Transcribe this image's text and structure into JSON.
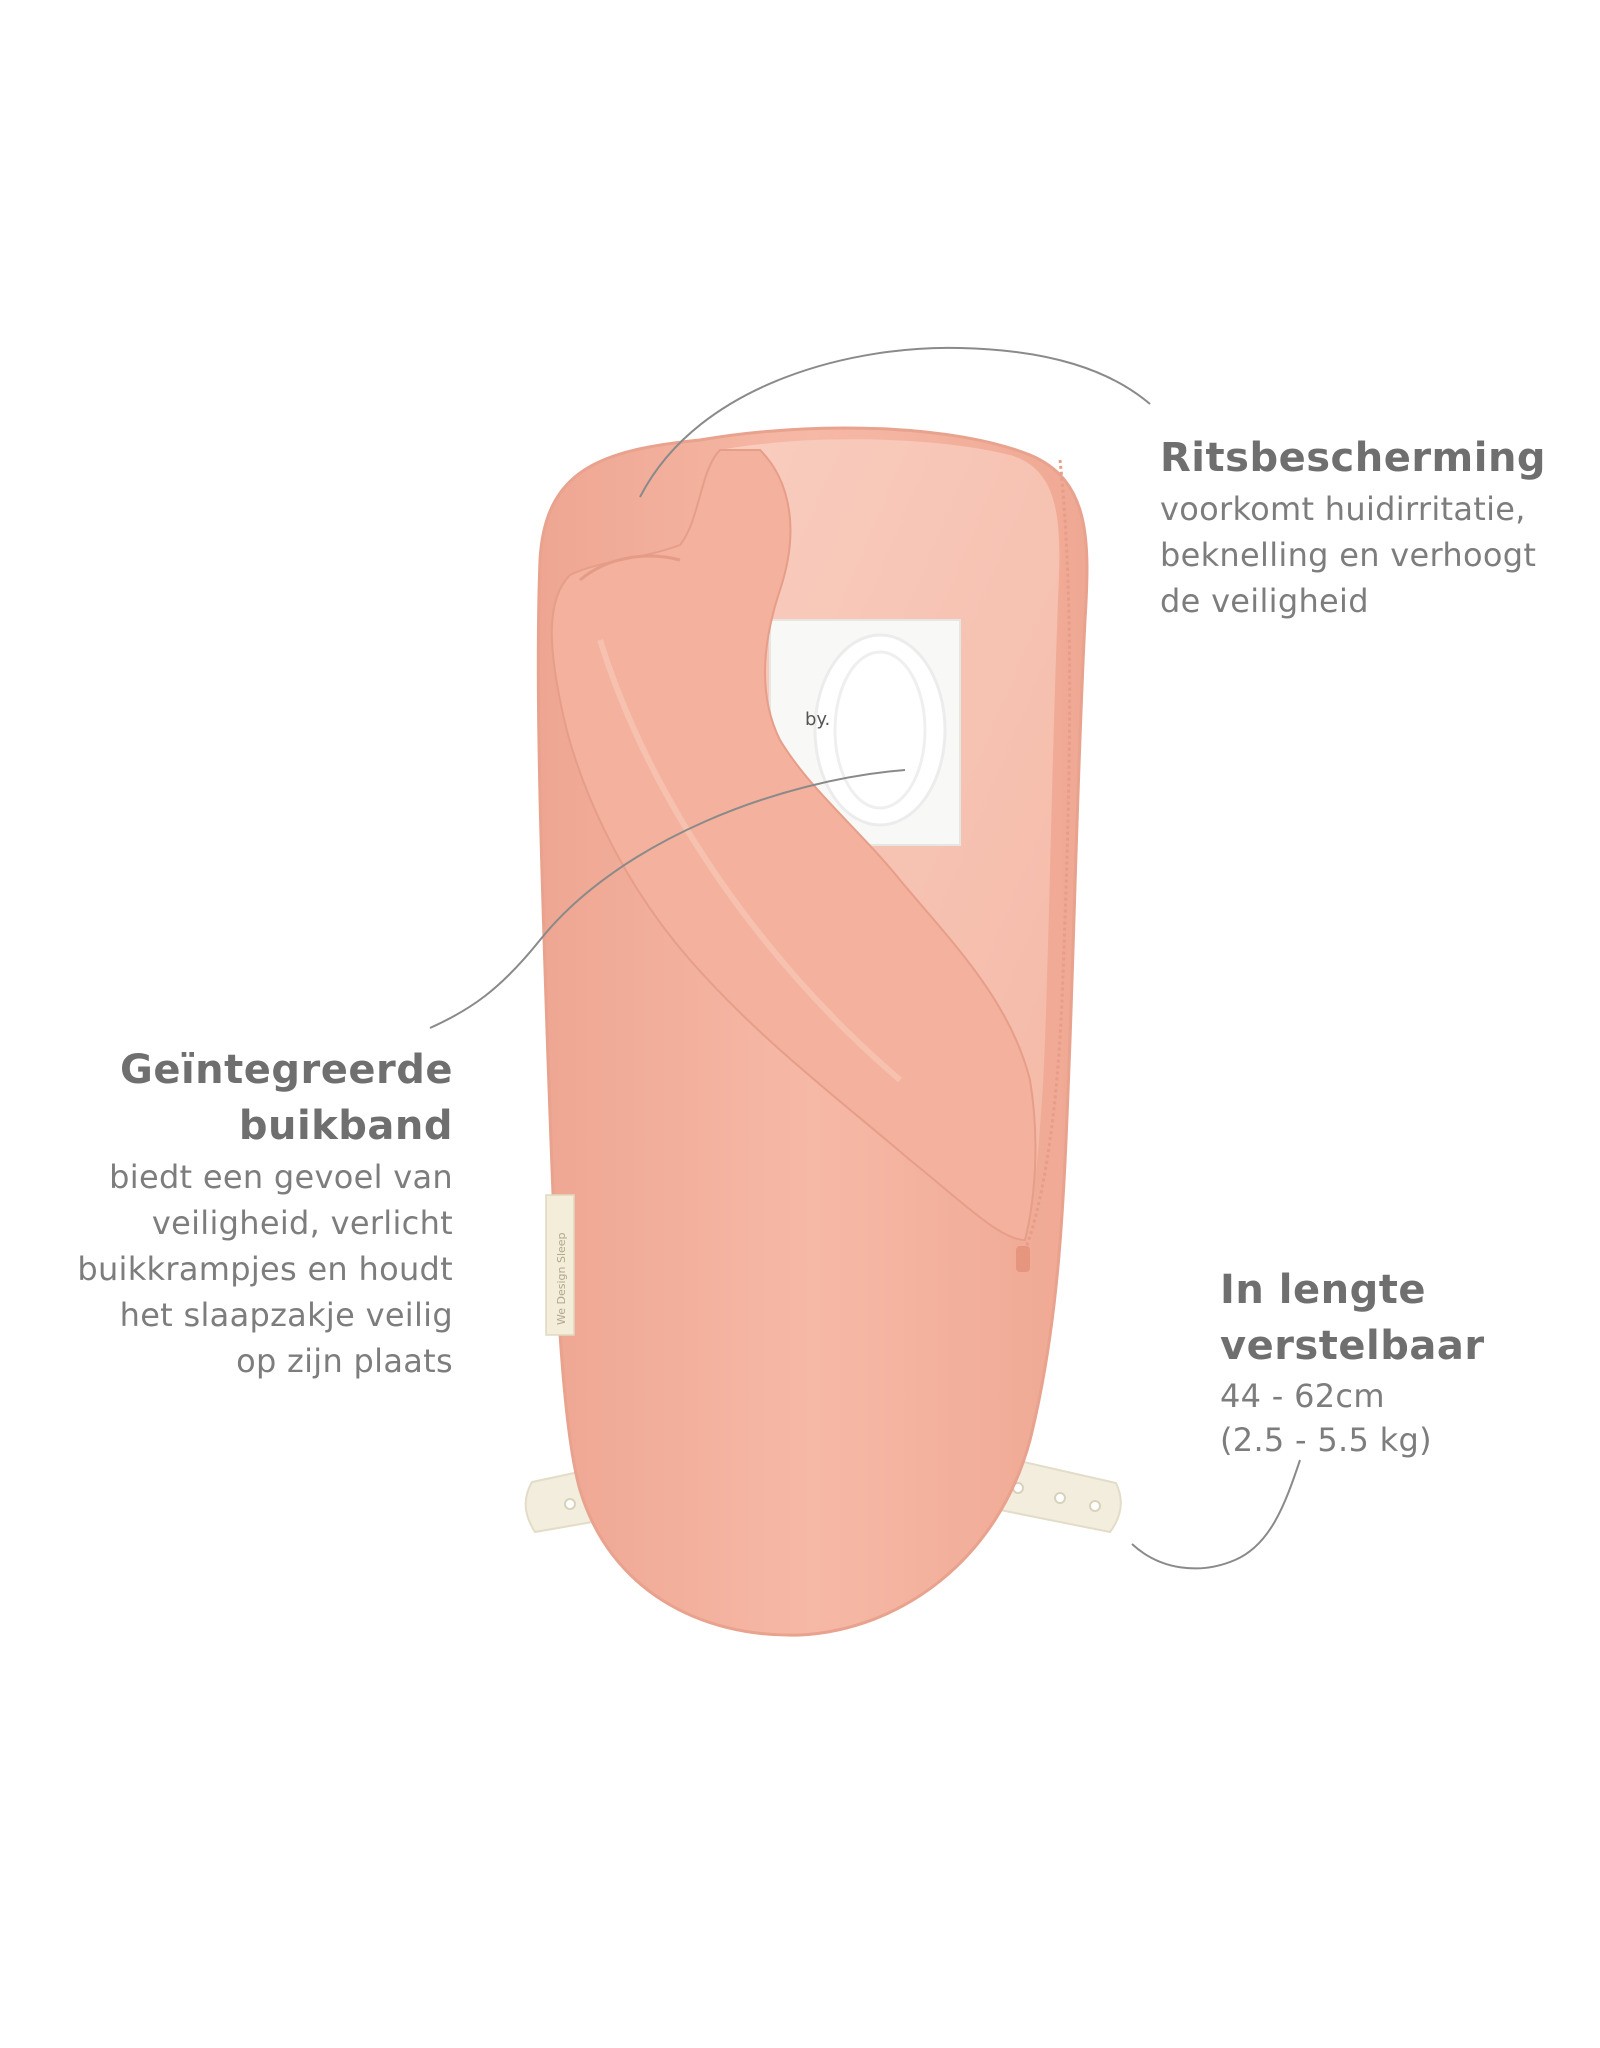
{
  "colors": {
    "fleece": "#f4b4a1",
    "fleece_shadow": "#e9a08b",
    "lining": "#f7c1b1",
    "lining_highlight": "#fbd3c6",
    "label_patch": "#f7f7f5",
    "strap": "#f1ecdd",
    "leader_line": "#8a8a8a",
    "heading_text": "#6f6f6f",
    "body_text": "#7d7d7d"
  },
  "product": {
    "tag_text": "We Design Sleep",
    "label_text": "by."
  },
  "callouts": {
    "zipper": {
      "heading": "Ritsbescherming",
      "lines": [
        "voorkomt huidirritatie,",
        "beknelling en verhoogt",
        "de veiligheid"
      ]
    },
    "belly": {
      "heading_lines": [
        "Geïntegreerde",
        "buikband"
      ],
      "lines": [
        "biedt een gevoel van",
        "veiligheid, verlicht",
        "buikkrampjes en houdt",
        "het slaapzakje veilig",
        "op zijn plaats"
      ]
    },
    "length": {
      "heading_lines": [
        "In lengte",
        "verstelbaar"
      ],
      "lines": [
        "44 - 62cm",
        "(2.5 - 5.5 kg)"
      ]
    }
  }
}
